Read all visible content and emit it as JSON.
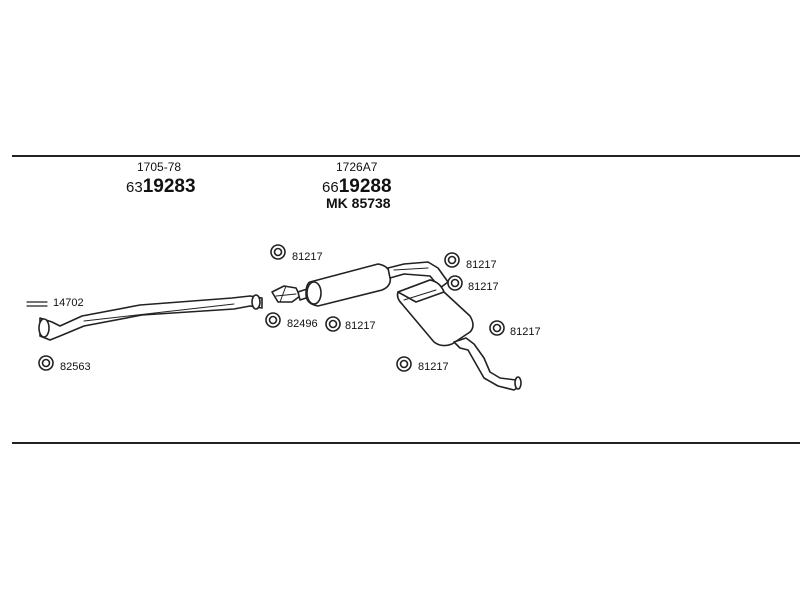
{
  "parts": {
    "front_pipe": {
      "code": "1705-78",
      "prefix": "63",
      "number": "19283"
    },
    "muffler_assembly": {
      "code": "1726A7",
      "prefix": "66",
      "number": "19288",
      "kit": "MK 85738"
    }
  },
  "labels": {
    "clamp_front": "14702",
    "ring_front": "82563",
    "hanger_1": "81217",
    "ring_mid": "82496",
    "hanger_2": "81217",
    "hanger_3": "81217",
    "hanger_4": "81217",
    "hanger_5": "81217",
    "hanger_6": "81217"
  },
  "colors": {
    "line": "#222222",
    "fill": "#ffffff"
  }
}
